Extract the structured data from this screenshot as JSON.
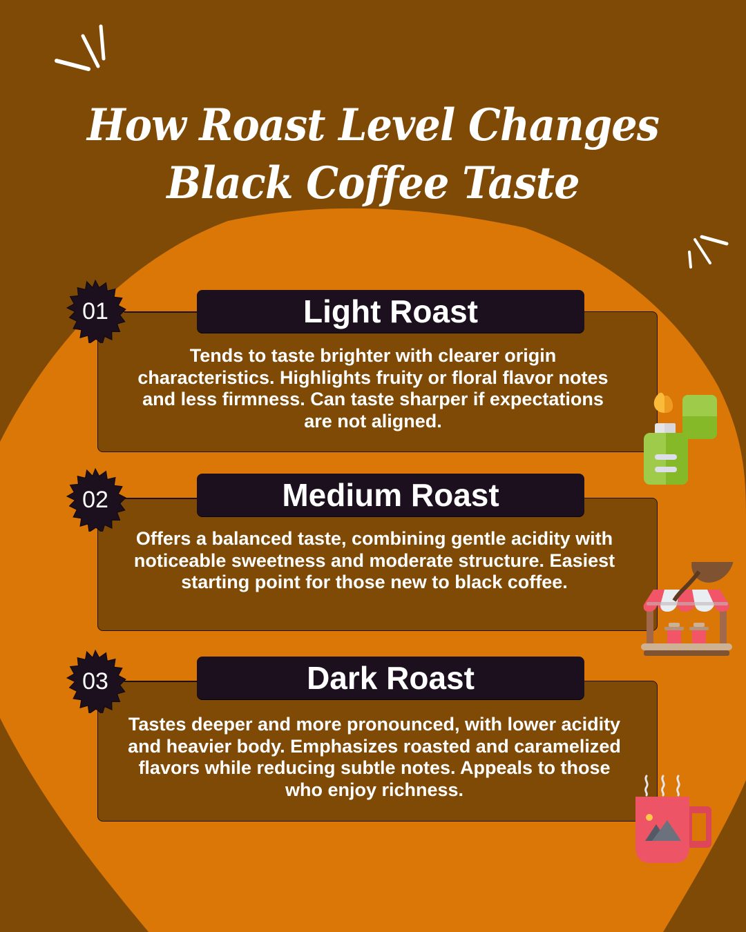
{
  "colors": {
    "background_dark": "#7f4a06",
    "background_orange": "#db7707",
    "card_header": "#1c101f",
    "text": "#ffffff"
  },
  "title": {
    "line1": "How Roast Level Changes",
    "line2": "Black Coffee Taste"
  },
  "items": [
    {
      "number": "01",
      "heading": "Light Roast",
      "description": "Tends to taste brighter with clearer origin characteristics. Highlights fruity or floral flavor notes and less firmness. Can taste sharper if expectations are not aligned.",
      "icon": "lighter-icon"
    },
    {
      "number": "02",
      "heading": "Medium Roast",
      "description": "Offers a balanced taste, combining gentle acidity with noticeable sweetness and moderate structure. Easiest starting point for those new to black coffee.",
      "icon": "coffee-shop-stall-icon"
    },
    {
      "number": "03",
      "heading": "Dark Roast",
      "description": "Tastes deeper and more pronounced, with lower acidity and heavier body. Emphasizes roasted and caramelized flavors while reducing subtle notes. Appeals to those who enjoy richness.",
      "icon": "coffee-mug-icon"
    }
  ]
}
